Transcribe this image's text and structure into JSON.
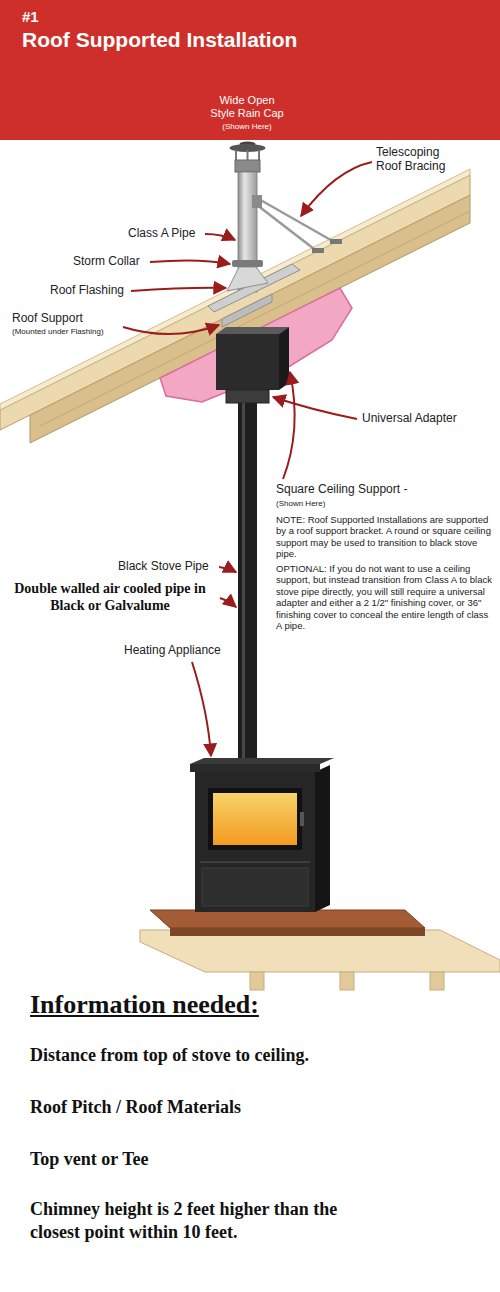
{
  "diagram": {
    "nodes": [
      {
        "text": [
          "#1",
          "Roof Supported Installation"
        ]
      }
    ],
    "labels": [
      "Wide Open Style Rain Cap",
      "(Shown Here)",
      "Telescoping Roof Bracing",
      "Class A Pipe",
      "Storm Collar",
      "Roof Flashing",
      "Roof Support",
      "(Mounted under Flashing)",
      "Universal Adapter",
      "Square Ceiling Support -",
      "(Shown Here)",
      "NOTE: Roof Supported Installations are supported by a roof support bracket. A round or square ceiling support may be used to transition to black stove pipe.",
      "OPTIONAL: If you do not want to use a ceiling support, but instead transition from Class A to black stove pipe directly, you will still require a universal adapter and either a 2 1/2\" finishing cover, or 36\" finishing cover to conceal the entire length of class A pipe.",
      "Black Stove Pipe",
      "Double walled air cooled pipe in Black or Galvalume",
      "Heating Appliance",
      "Information needed:",
      "Distance from top of stove to ceiling.",
      "Roof Pitch / Roof Materials",
      "Top vent or Tee",
      "Chimney height is 2 feet higher than the closest point within 10 feet."
    ]
  }
}
